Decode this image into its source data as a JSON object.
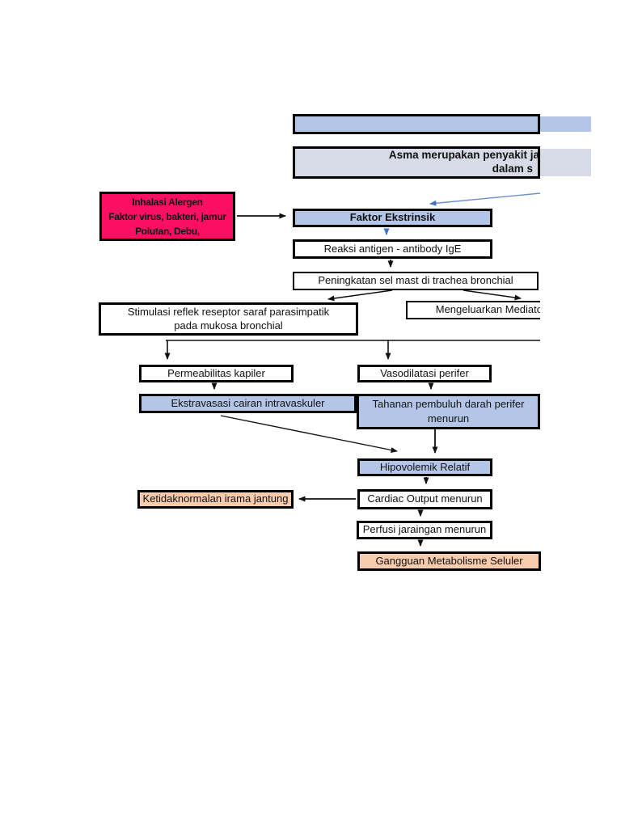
{
  "colors": {
    "box_blue": "#b4c6e7",
    "box_gray": "#d7dbe5",
    "box_pink": "#fc0e63",
    "box_peach": "#f8cbad",
    "border_black": "#000000",
    "arrow_black": "#111111",
    "arrow_blue": "#4472c4",
    "page_background": "#ffffff"
  },
  "header": {
    "banner_text": "",
    "intro_line1": "Asma merupakan penyakit ja",
    "intro_line2": "dalam s"
  },
  "nodes": {
    "inhalasi_alergen": {
      "line1": "Inhalasi Alergen",
      "line2": "Faktor virus, bakteri, jamur",
      "line3": "Polutan, Debu,"
    },
    "faktor_ekstrinsik": {
      "text": "Faktor Ekstrinsik"
    },
    "reaksi_antigen": {
      "text": "Reaksi antigen - antibody IgE"
    },
    "peningkatan_sel_mast": {
      "text": "Peningkatan sel mast di trachea bronchial"
    },
    "stimulasi_reflek": {
      "line1": "Stimulasi reflek reseptor saraf parasimpatik",
      "line2": "pada mukosa bronchial"
    },
    "mengeluarkan_mediator": {
      "text": "Mengeluarkan Mediato"
    },
    "permeabilitas_kapiler": {
      "text": "Permeabilitas kapiler"
    },
    "vasodilatasi_perifer": {
      "text": "Vasodilatasi perifer"
    },
    "ekstravasasi_cairan": {
      "text": "Ekstravasasi cairan intravaskuler"
    },
    "tahanan_pembuluh": {
      "line1": "Tahanan pembuluh darah perifer",
      "line2": "menurun"
    },
    "hipovolemik_relatif": {
      "text": "Hipovolemik Relatif"
    },
    "ketidaknormalan_irama": {
      "text": "Ketidaknormalan irama jantung"
    },
    "cardiac_output": {
      "text": "Cardiac Output menurun"
    },
    "perfusi_jaringan": {
      "text": "Perfusi jaraingan menurun"
    },
    "gangguan_metabolisme": {
      "text": "Gangguan Metabolisme Seluler"
    }
  }
}
